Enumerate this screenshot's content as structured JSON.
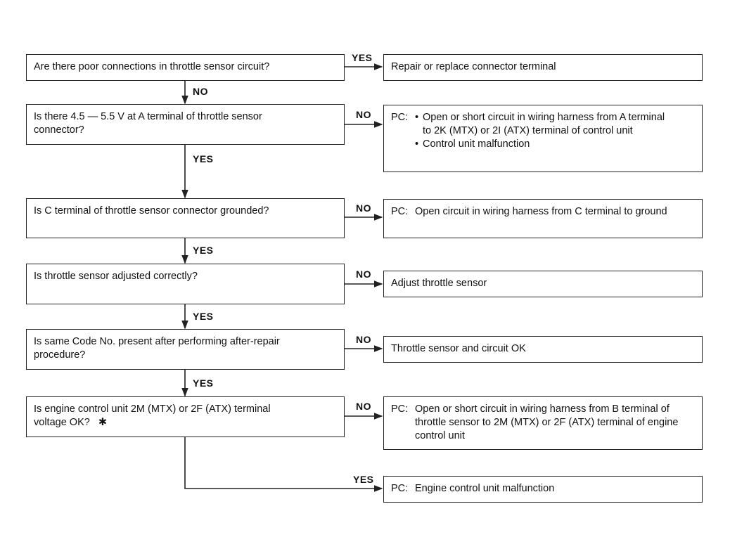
{
  "labels": {
    "yes": "YES",
    "no": "NO"
  },
  "star": "✱",
  "steps": [
    {
      "question": [
        "Are there poor connections in throttle sensor circuit?"
      ],
      "branch": "YES",
      "result_prefix": "",
      "result": [
        "Repair or replace connector terminal"
      ],
      "next": "NO"
    },
    {
      "question": [
        "Is there 4.5 — 5.5 V at A terminal of throttle sensor",
        "connector?"
      ],
      "branch": "NO",
      "result_prefix": "PC:",
      "result_items": [
        "Open or short circuit in wiring harness from A terminal to 2K (MTX) or 2I (ATX) terminal of control unit",
        "Control unit malfunction"
      ],
      "next": "YES"
    },
    {
      "question": [
        "Is C terminal of throttle sensor connector grounded?"
      ],
      "branch": "NO",
      "result_prefix": "PC:",
      "result": [
        "Open circuit in wiring harness from C terminal to ground"
      ],
      "next": "YES"
    },
    {
      "question": [
        "Is throttle sensor adjusted correctly?"
      ],
      "branch": "NO",
      "result_prefix": "",
      "result": [
        "Adjust throttle sensor"
      ],
      "next": "YES"
    },
    {
      "question": [
        "Is same Code No. present after performing after-repair",
        "procedure?"
      ],
      "branch": "NO",
      "result_prefix": "",
      "result": [
        "Throttle sensor and circuit OK"
      ],
      "next": "YES"
    },
    {
      "question": [
        "Is engine control unit 2M (MTX) or 2F (ATX) terminal",
        "voltage OK?"
      ],
      "branch": "NO",
      "result_prefix": "PC:",
      "result": [
        "Open or short circuit in wiring harness from B terminal of throttle sensor to 2M (MTX) or 2F (ATX) terminal of engine control unit"
      ]
    }
  ],
  "final": {
    "branch": "YES",
    "result_prefix": "PC:",
    "result": [
      "Engine control unit malfunction"
    ]
  }
}
